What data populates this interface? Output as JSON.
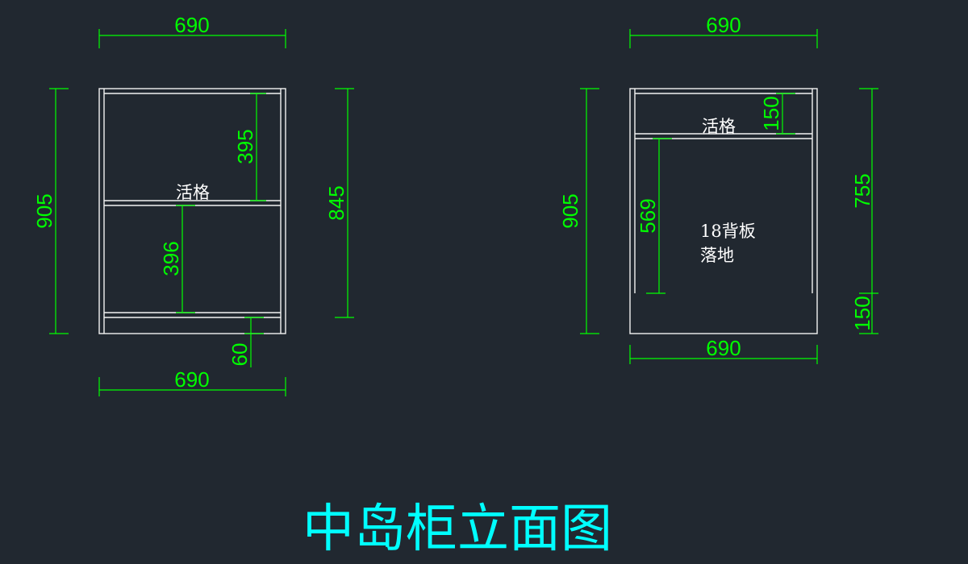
{
  "title": "中岛柜立面图",
  "colors": {
    "background": "#212830",
    "dimension": "#00ff00",
    "outline": "#f2f2f2",
    "title": "#00ffff"
  },
  "left_view": {
    "width_top": "690",
    "width_bottom": "690",
    "height_total": "905",
    "height_inner": "845",
    "upper_space": "395",
    "lower_space": "396",
    "kick": "60",
    "shelf_label": "活格"
  },
  "right_view": {
    "width_top": "690",
    "width_bottom": "690",
    "height_total": "905",
    "height_inner": "755",
    "top_space": "150",
    "bottom_space": "150",
    "opening": "569",
    "shelf_label": "活格",
    "back_label_line1": "18背板",
    "back_label_line2": "落地"
  }
}
